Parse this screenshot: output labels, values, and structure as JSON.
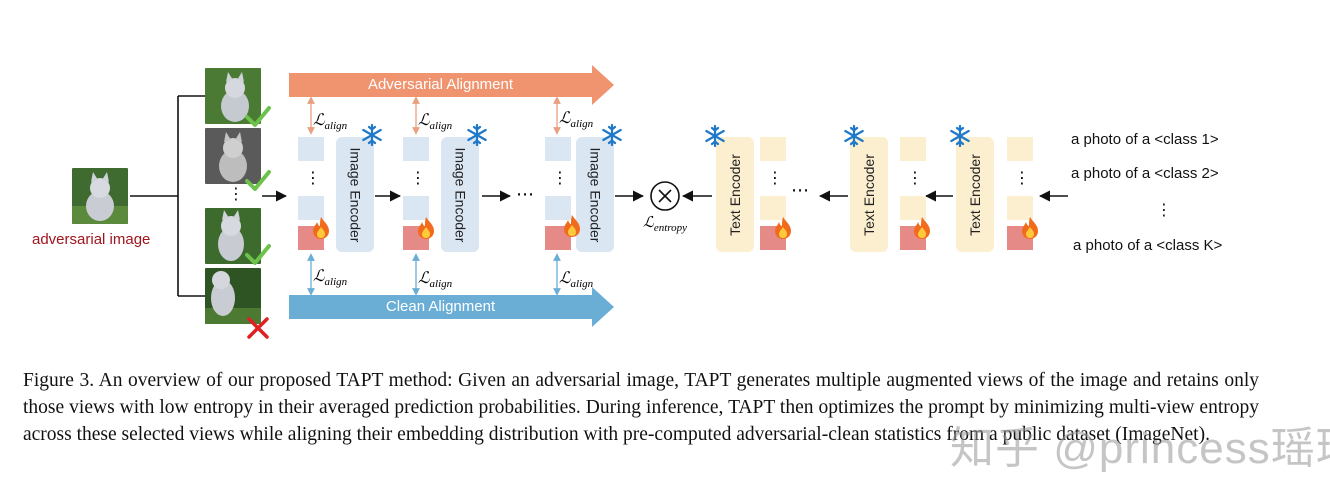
{
  "diagram": {
    "input_label": "adversarial image",
    "adv_banner": "Adversarial Alignment",
    "clean_banner": "Clean Alignment",
    "loss_align_main": "ℒ",
    "loss_align_sub": "align",
    "loss_entropy_main": "ℒ",
    "loss_entropy_sub": "entropy",
    "image_encoder_label": "Image Encoder",
    "text_encoder_label": "Text Encoder",
    "vdots": "⋮",
    "hdots": "⋯",
    "prompts": [
      "a photo of a <class 1>",
      "a photo of a <class 2>",
      "a photo of a <class K>"
    ],
    "colors": {
      "adv_arrow": "#f0936f",
      "clean_arrow": "#6aaed6",
      "encoder_blue": "#dbe6f3",
      "encoder_yellow": "#fcefcf",
      "trainable_red": "#e58a86",
      "check_green": "#6cc24a",
      "cross_red": "#e02020",
      "input_label": "#a0141e"
    }
  },
  "caption": "Figure 3.  An overview of our proposed TAPT method: Given an adversarial image, TAPT generates multiple augmented views of the image and retains only those views with low entropy in their averaged prediction probabilities. During inference, TAPT then optimizes the prompt by minimizing multi-view entropy across these selected views while aligning their embedding distribution with pre-computed adversarial-clean statistics from a public dataset (ImageNet).",
  "watermark": "知乎 @princess瑶瑶"
}
